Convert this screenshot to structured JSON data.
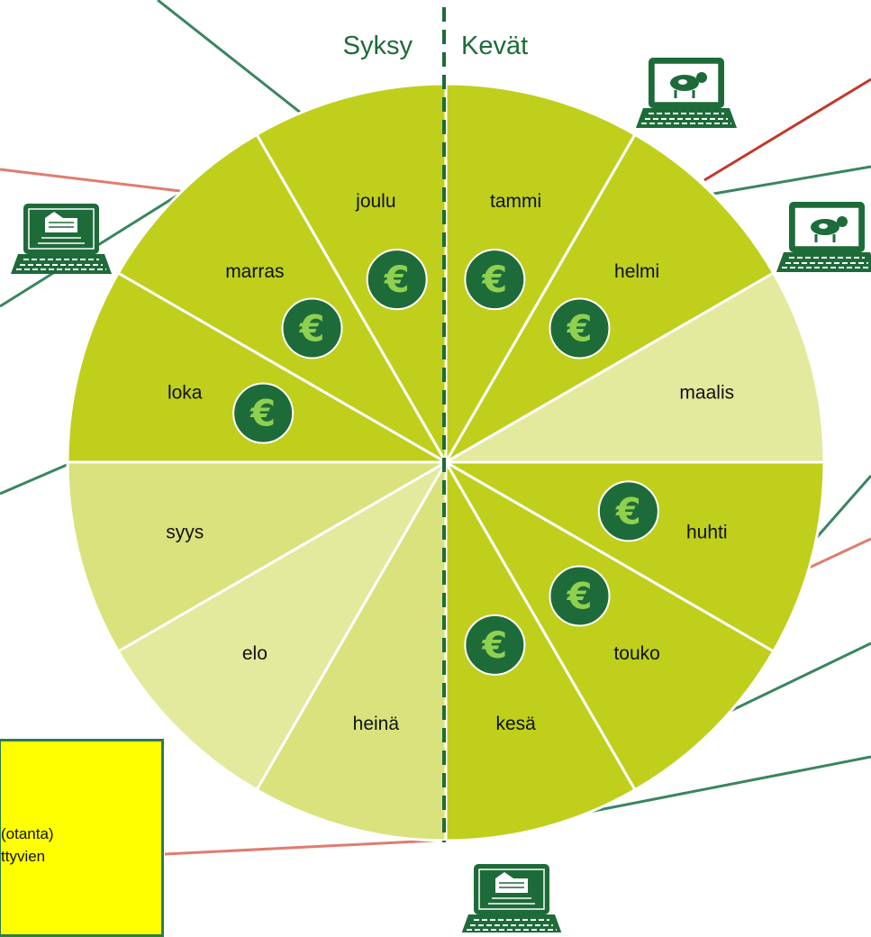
{
  "header": {
    "left_label": "Syksy",
    "right_label": "Kevät"
  },
  "months": [
    {
      "id": "tammi",
      "label": "tammi",
      "shade": "dark",
      "euro": true
    },
    {
      "id": "helmi",
      "label": "helmi",
      "shade": "dark",
      "euro": true
    },
    {
      "id": "maalis",
      "label": "maalis",
      "shade": "light",
      "euro": false
    },
    {
      "id": "huhti",
      "label": "huhti",
      "shade": "dark",
      "euro": true
    },
    {
      "id": "touko",
      "label": "touko",
      "shade": "dark",
      "euro": true
    },
    {
      "id": "kesa",
      "label": "kesä",
      "shade": "dark",
      "euro": true
    },
    {
      "id": "heina",
      "label": "heinä",
      "shade": "light",
      "euro": false
    },
    {
      "id": "elo",
      "label": "elo",
      "shade": "light",
      "euro": false
    },
    {
      "id": "syys",
      "label": "syys",
      "shade": "light",
      "euro": false
    },
    {
      "id": "loka",
      "label": "loka",
      "shade": "dark",
      "euro": true
    },
    {
      "id": "marras",
      "label": "marras",
      "shade": "dark",
      "euro": true
    },
    {
      "id": "joulu",
      "label": "joulu",
      "shade": "dark",
      "euro": true
    }
  ],
  "euro_symbol": "€",
  "note": {
    "lines": [
      "(otanta)",
      "ttyvien"
    ]
  },
  "icons": [
    {
      "name": "laptop-cow-icon",
      "depicts": "cow"
    },
    {
      "name": "laptop-cow-icon-2",
      "depicts": "cow"
    },
    {
      "name": "laptop-farm-icon",
      "depicts": "farm"
    },
    {
      "name": "laptop-farm-icon-2",
      "depicts": "farm"
    }
  ],
  "colors": {
    "segment_dark": "#bfcf1c",
    "segment_light_1": "#e3e99d",
    "segment_light_2": "#d9e27d",
    "euro_fill": "#1e6b3a",
    "euro_glyph": "#8fd14f",
    "dark_green": "#1e6b3a",
    "leader_green": "#3a8560",
    "leader_red": "#c0392b",
    "leader_salmon": "#e07c6f",
    "note_fill": "#ffff00"
  }
}
